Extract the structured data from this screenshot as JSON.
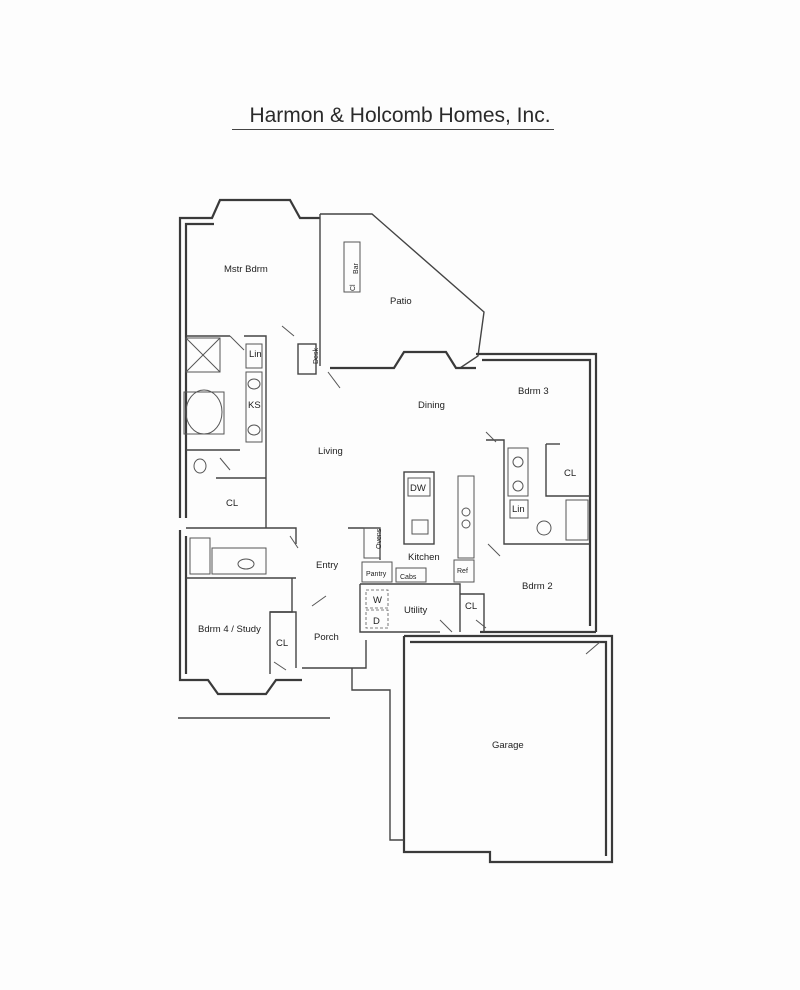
{
  "header": {
    "title": "Harmon & Holcomb Homes, Inc."
  },
  "rooms": {
    "mstr_bdrm": "Mstr Bdrm",
    "patio": "Patio",
    "bar": "Bar",
    "cl_small": "Cl",
    "desk": "Desk",
    "lin_master": "Lin",
    "ks": "KS",
    "cl_master": "CL",
    "living": "Living",
    "dining": "Dining",
    "bdrm3": "Bdrm 3",
    "cl_bdrm3": "CL",
    "lin_hall": "Lin",
    "dw": "DW",
    "kitchen": "Kitchen",
    "ovens": "Ovens",
    "pantry": "Pantry",
    "cabs": "Cabs",
    "ref": "Ref",
    "entry": "Entry",
    "utility": "Utility",
    "washer": "W",
    "dryer": "D",
    "cl_bdrm2": "CL",
    "bdrm2": "Bdrm 2",
    "bdrm4": "Bdrm 4 / Study",
    "cl_bdrm4": "CL",
    "porch": "Porch",
    "garage": "Garage"
  }
}
